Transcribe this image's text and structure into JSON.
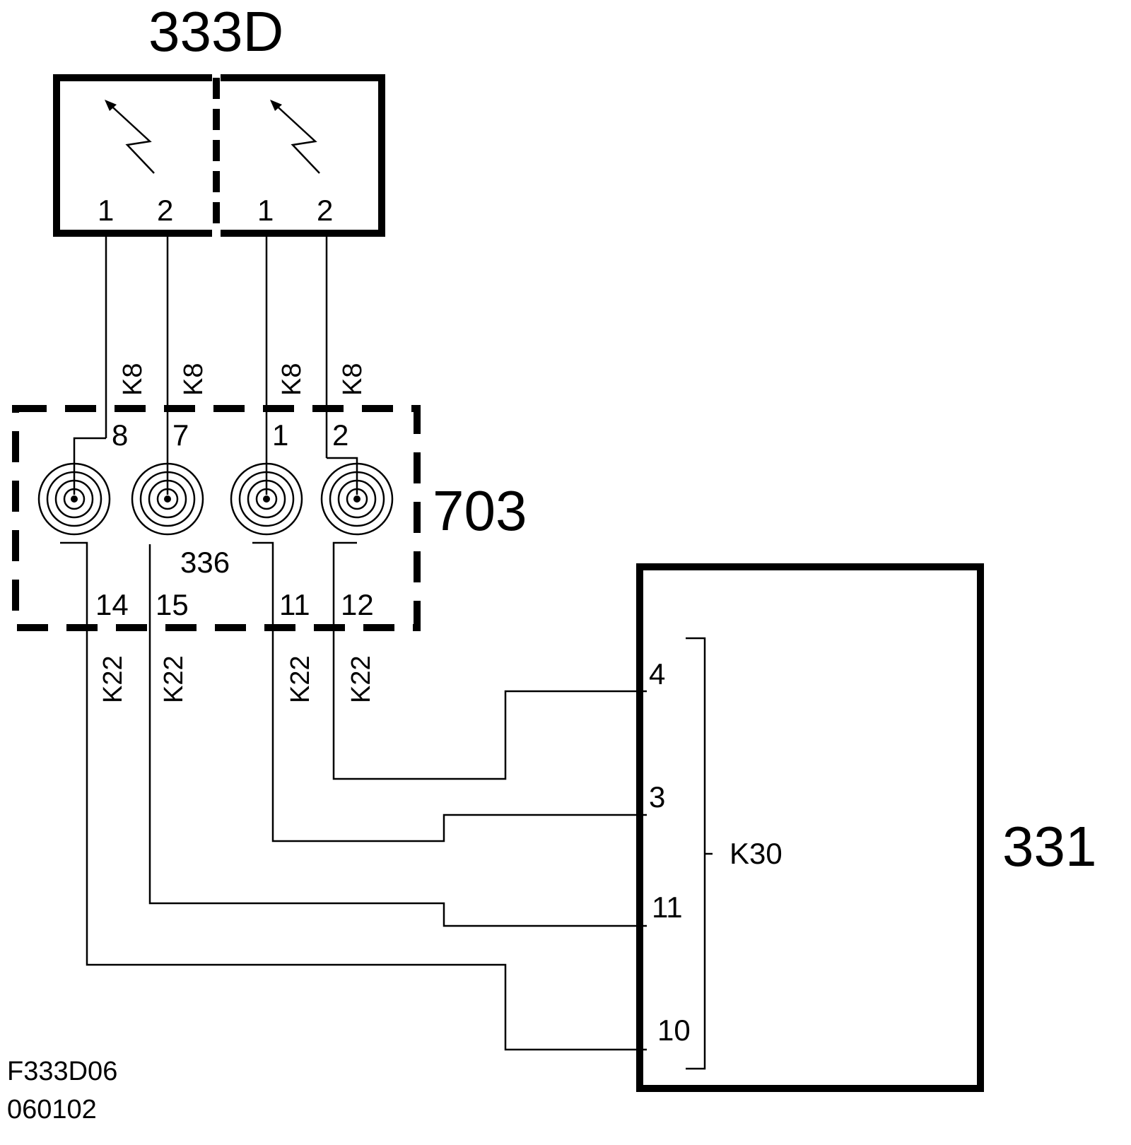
{
  "components": {
    "module_333D": {
      "label": "333D",
      "pins": [
        "1",
        "2",
        "1",
        "2"
      ]
    },
    "cassette_703": {
      "label": "703",
      "sublabel": "336",
      "top_pins": [
        "8",
        "7",
        "1",
        "2"
      ],
      "bottom_pins": [
        "14",
        "15",
        "11",
        "12"
      ]
    },
    "unit_331": {
      "label": "331",
      "pins": [
        "4",
        "3",
        "11",
        "10"
      ],
      "connector": "K30"
    }
  },
  "cables": {
    "upper": "K8",
    "lower": "K22"
  },
  "footer": {
    "line1": "F333D06",
    "line2": "060102"
  },
  "colors": {
    "line": "#000000",
    "background": "#ffffff"
  }
}
